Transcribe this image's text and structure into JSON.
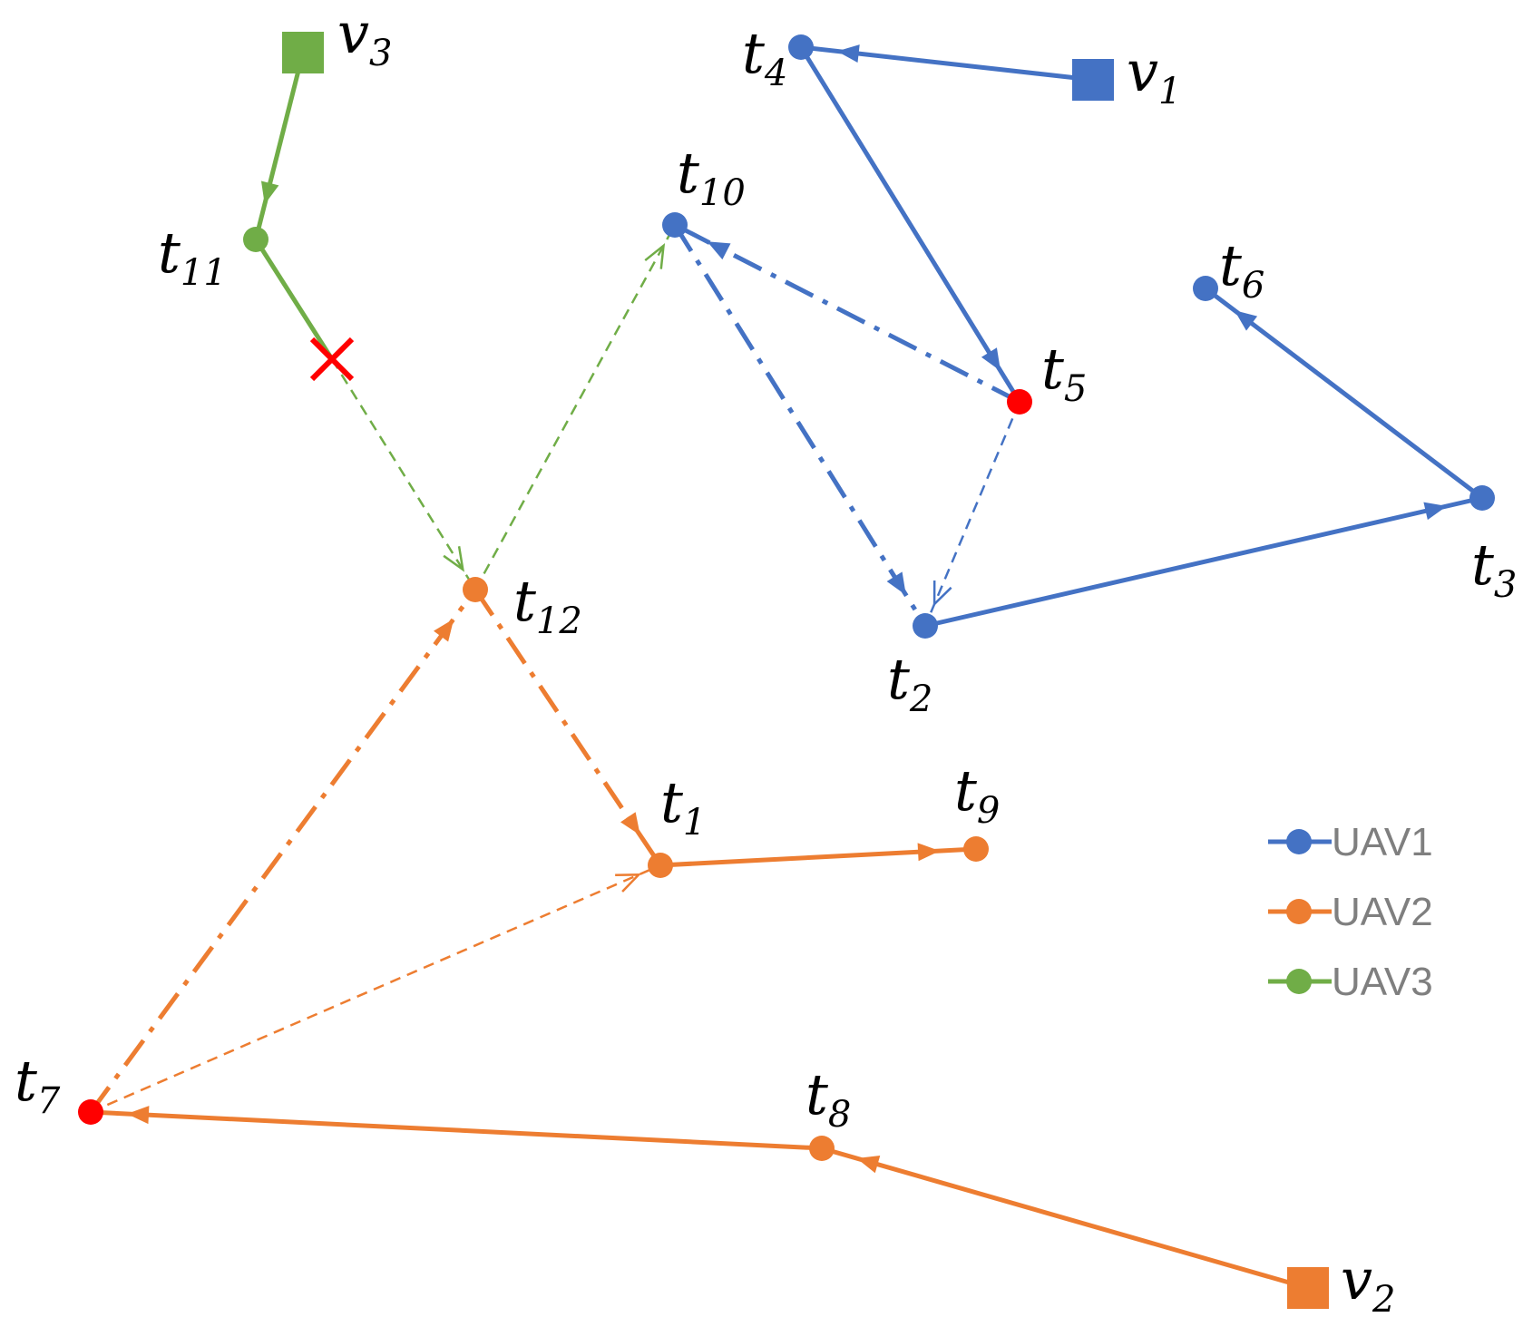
{
  "colors": {
    "uav1": "#4472c4",
    "uav2": "#ed7d31",
    "uav3": "#70ad47",
    "failed": "#ff0000"
  },
  "legend": [
    {
      "key": "uav1",
      "label": "UAV1"
    },
    {
      "key": "uav2",
      "label": "UAV2"
    },
    {
      "key": "uav3",
      "label": "UAV3"
    }
  ],
  "vehicles": [
    {
      "id": "v1",
      "base": "v",
      "sub": "1",
      "color": "uav1"
    },
    {
      "id": "v2",
      "base": "v",
      "sub": "2",
      "color": "uav2"
    },
    {
      "id": "v3",
      "base": "v",
      "sub": "3",
      "color": "uav3"
    }
  ],
  "tasks": [
    {
      "id": "t1",
      "base": "t",
      "sub": "1",
      "color": "uav2"
    },
    {
      "id": "t2",
      "base": "t",
      "sub": "2",
      "color": "uav1"
    },
    {
      "id": "t3",
      "base": "t",
      "sub": "3",
      "color": "uav1"
    },
    {
      "id": "t4",
      "base": "t",
      "sub": "4",
      "color": "uav1"
    },
    {
      "id": "t5",
      "base": "t",
      "sub": "5",
      "color": "failed"
    },
    {
      "id": "t6",
      "base": "t",
      "sub": "6",
      "color": "uav1"
    },
    {
      "id": "t7",
      "base": "t",
      "sub": "7",
      "color": "failed"
    },
    {
      "id": "t8",
      "base": "t",
      "sub": "8",
      "color": "uav2"
    },
    {
      "id": "t9",
      "base": "t",
      "sub": "9",
      "color": "uav2"
    },
    {
      "id": "t10",
      "base": "t",
      "sub": "10",
      "color": "uav1"
    },
    {
      "id": "t11",
      "base": "t",
      "sub": "11",
      "color": "uav3"
    },
    {
      "id": "t12",
      "base": "t",
      "sub": "12",
      "color": "uav2"
    }
  ],
  "edges": [
    {
      "from": "v1",
      "to": "t4",
      "color": "uav1",
      "style": "solid"
    },
    {
      "from": "t4",
      "to": "t5",
      "color": "uav1",
      "style": "solid"
    },
    {
      "from": "t5",
      "to": "t10",
      "color": "uav1",
      "style": "dashdot"
    },
    {
      "from": "t10",
      "to": "t2",
      "color": "uav1",
      "style": "dashdot"
    },
    {
      "from": "t5",
      "to": "t2",
      "color": "uav1",
      "style": "dashed"
    },
    {
      "from": "t2",
      "to": "t3",
      "color": "uav1",
      "style": "solid"
    },
    {
      "from": "t3",
      "to": "t6",
      "color": "uav1",
      "style": "solid"
    },
    {
      "from": "v2",
      "to": "t8",
      "color": "uav2",
      "style": "solid"
    },
    {
      "from": "t8",
      "to": "t7",
      "color": "uav2",
      "style": "solid"
    },
    {
      "from": "t7",
      "to": "t12",
      "color": "uav2",
      "style": "dashdot"
    },
    {
      "from": "t12",
      "to": "t1",
      "color": "uav2",
      "style": "dashdot"
    },
    {
      "from": "t7",
      "to": "t1",
      "color": "uav2",
      "style": "dashed"
    },
    {
      "from": "t1",
      "to": "t9",
      "color": "uav2",
      "style": "solid"
    },
    {
      "from": "v3",
      "to": "t11",
      "color": "uav3",
      "style": "solid"
    },
    {
      "from": "t11",
      "to": "x",
      "color": "uav3",
      "style": "solid"
    },
    {
      "from": "x",
      "to": "t12",
      "color": "uav3",
      "style": "dashed"
    },
    {
      "from": "t12",
      "to": "t10",
      "color": "uav3",
      "style": "dashed"
    }
  ],
  "failure_marker": "cross"
}
